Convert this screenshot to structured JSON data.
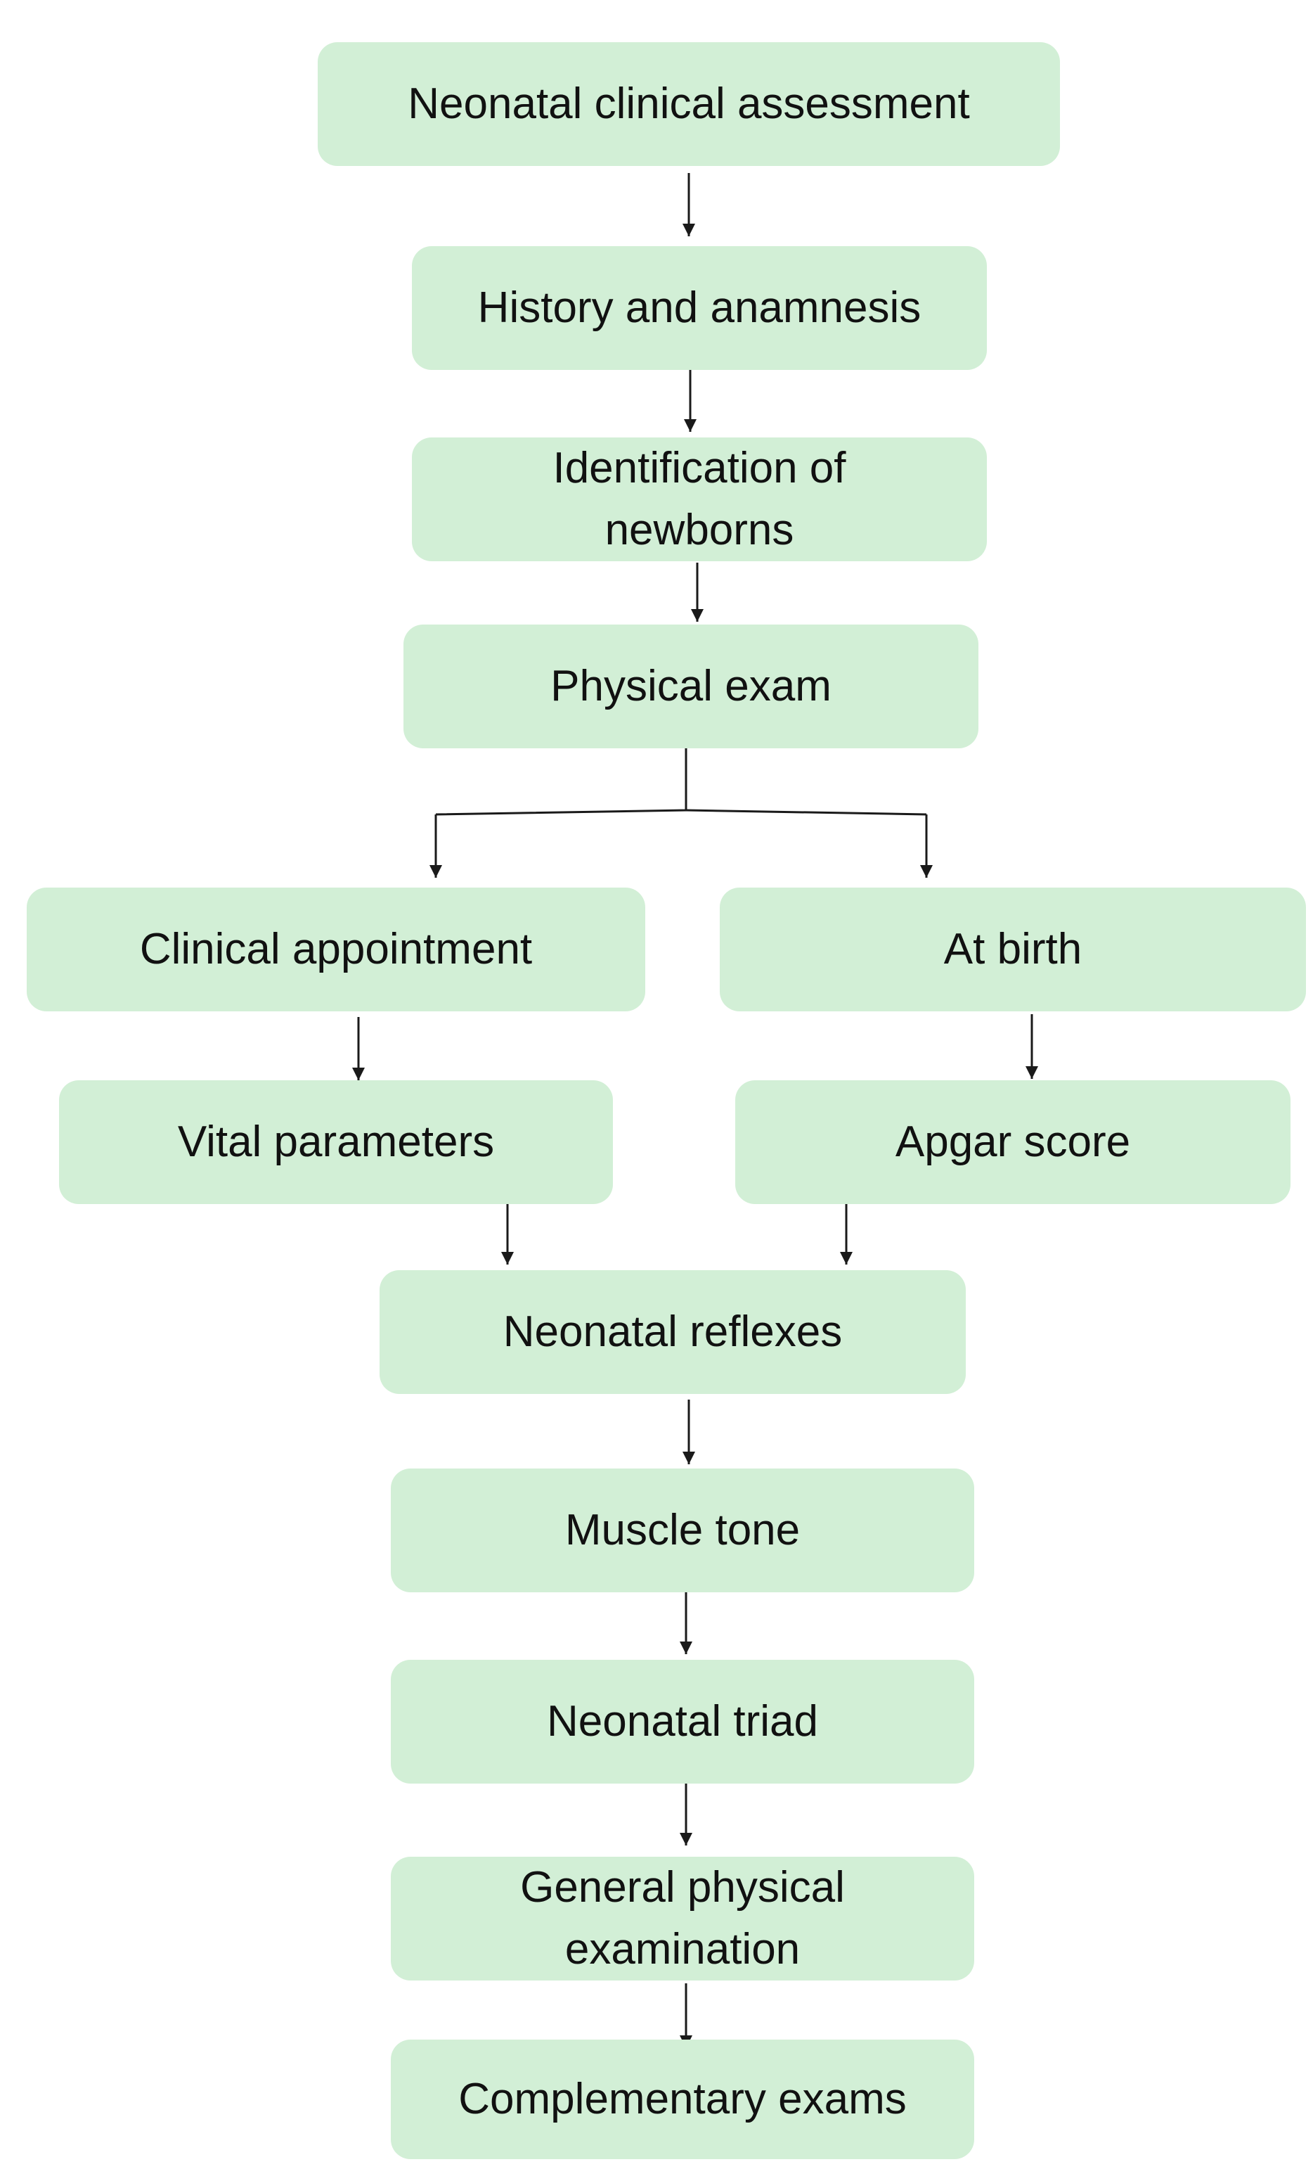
{
  "colors": {
    "node_fill": "#d2efd6",
    "connector": "#1a1a1a",
    "text": "#111111"
  },
  "flowchart": {
    "nodes": [
      {
        "id": "neonatal-clinical-assessment",
        "label": "Neonatal clinical assessment"
      },
      {
        "id": "history-and-anamnesis",
        "label": "History and anamnesis"
      },
      {
        "id": "identification-of-newborns",
        "label": "Identification of newborns"
      },
      {
        "id": "physical-exam",
        "label": "Physical exam"
      },
      {
        "id": "clinical-appointment",
        "label": "Clinical appointment"
      },
      {
        "id": "at-birth",
        "label": "At birth"
      },
      {
        "id": "vital-parameters",
        "label": "Vital parameters"
      },
      {
        "id": "apgar-score",
        "label": "Apgar score"
      },
      {
        "id": "neonatal-reflexes",
        "label": "Neonatal reflexes"
      },
      {
        "id": "muscle-tone",
        "label": "Muscle tone"
      },
      {
        "id": "neonatal-triad",
        "label": "Neonatal triad"
      },
      {
        "id": "general-physical-examination",
        "label": "General physical examination"
      },
      {
        "id": "complementary-exams",
        "label": "Complementary exams"
      }
    ],
    "edges": [
      {
        "from": "neonatal-clinical-assessment",
        "to": "history-and-anamnesis"
      },
      {
        "from": "history-and-anamnesis",
        "to": "identification-of-newborns"
      },
      {
        "from": "identification-of-newborns",
        "to": "physical-exam"
      },
      {
        "from": "physical-exam",
        "to": "clinical-appointment"
      },
      {
        "from": "physical-exam",
        "to": "at-birth"
      },
      {
        "from": "clinical-appointment",
        "to": "vital-parameters"
      },
      {
        "from": "at-birth",
        "to": "apgar-score"
      },
      {
        "from": "vital-parameters",
        "to": "neonatal-reflexes"
      },
      {
        "from": "apgar-score",
        "to": "neonatal-reflexes"
      },
      {
        "from": "neonatal-reflexes",
        "to": "muscle-tone"
      },
      {
        "from": "muscle-tone",
        "to": "neonatal-triad"
      },
      {
        "from": "neonatal-triad",
        "to": "general-physical-examination"
      },
      {
        "from": "general-physical-examination",
        "to": "complementary-exams"
      }
    ]
  }
}
